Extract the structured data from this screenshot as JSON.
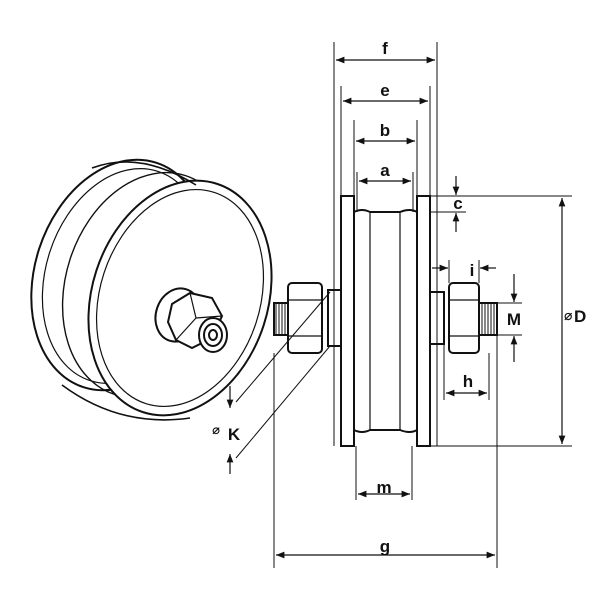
{
  "dimensions": {
    "f": "f",
    "e": "e",
    "b": "b",
    "a": "a",
    "c": "c",
    "i": "i",
    "M": "M",
    "D": "D",
    "h": "h",
    "K": "K",
    "m": "m",
    "g": "g",
    "diameter_symbol": "⌀"
  },
  "colors": {
    "line": "#111111",
    "background": "#ffffff"
  }
}
